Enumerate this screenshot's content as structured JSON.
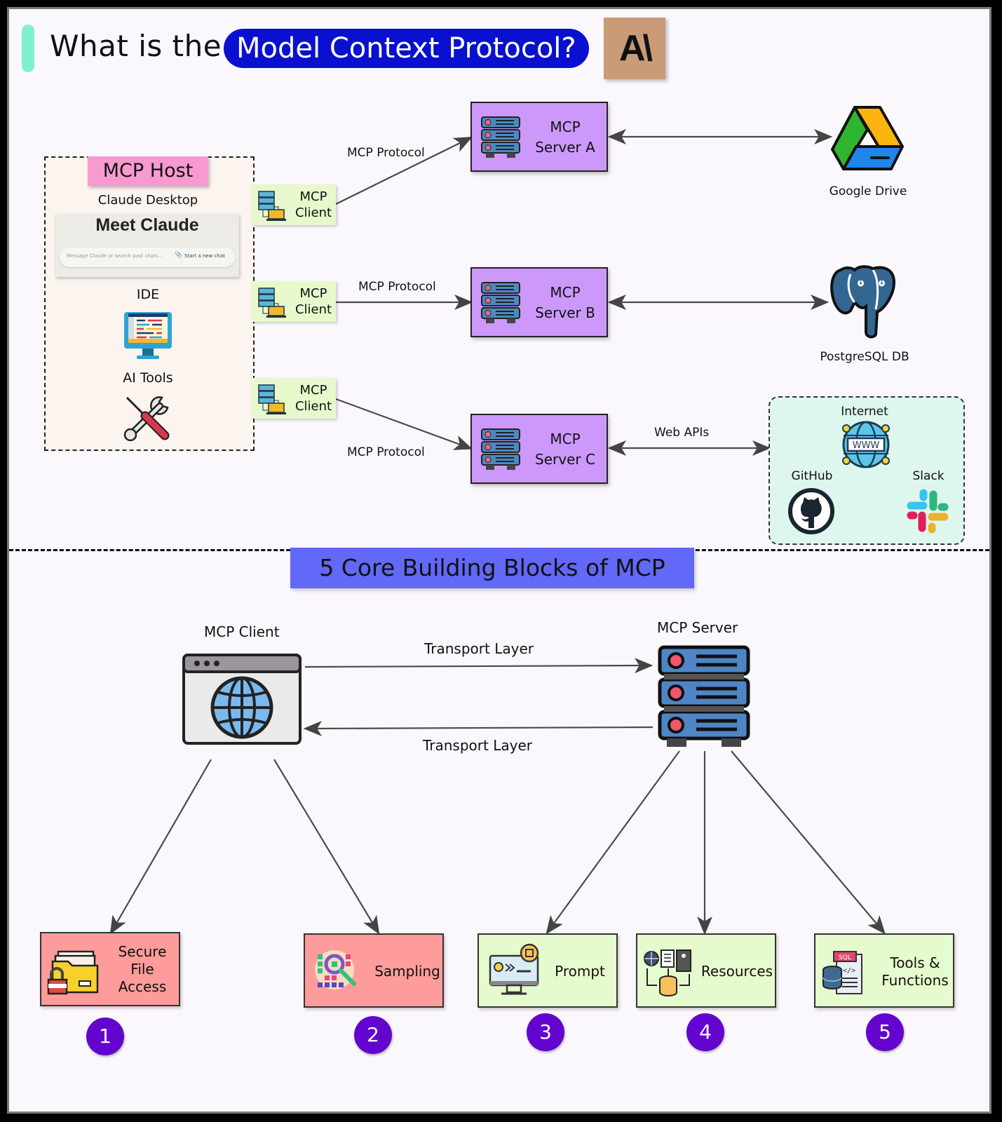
{
  "title": {
    "prefix": "What is the",
    "highlight": "Model Context Protocol?",
    "logo_text": "A\\",
    "logo_name": "anthropic-logo"
  },
  "colors": {
    "title_pill": "#0a10cf",
    "accent_bar": "#7ef0cf",
    "host_label": "#f79ad0",
    "client_box": "#e7f9cc",
    "server_box": "#cc99fb",
    "blocks_title": "#6268f8",
    "client_blocks": "#fd9c9b",
    "server_blocks": "#e6fbcd",
    "number_badge": "#6405cf"
  },
  "host": {
    "label": "MCP Host",
    "apps": [
      {
        "label": "Claude Desktop",
        "card_title": "Meet Claude",
        "input_placeholder": "Message Claude or search past chats...",
        "button": "Start a new chat"
      },
      {
        "label": "IDE",
        "icon": "ide-monitor-icon"
      },
      {
        "label": "AI Tools",
        "icon": "tools-icon"
      }
    ]
  },
  "clients": [
    {
      "label_line1": "MCP",
      "label_line2": "Client"
    },
    {
      "label_line1": "MCP",
      "label_line2": "Client"
    },
    {
      "label_line1": "MCP",
      "label_line2": "Client"
    }
  ],
  "connections": [
    {
      "label": "MCP Protocol"
    },
    {
      "label": "MCP Protocol"
    },
    {
      "label": "MCP Protocol"
    }
  ],
  "servers": [
    {
      "label_line1": "MCP",
      "label_line2": "Server A",
      "target": "Google Drive",
      "link_label": ""
    },
    {
      "label_line1": "MCP",
      "label_line2": "Server B",
      "target": "PostgreSQL DB",
      "link_label": ""
    },
    {
      "label_line1": "MCP",
      "label_line2": "Server C",
      "target": "",
      "link_label": "Web APIs"
    }
  ],
  "web_services": {
    "internet": "Internet",
    "github": "GitHub",
    "slack": "Slack",
    "www": "WWW"
  },
  "blocks_section": {
    "title": "5 Core Building Blocks of MCP",
    "client_label": "MCP Client",
    "server_label": "MCP Server",
    "transport_top": "Transport Layer",
    "transport_bottom": "Transport Layer",
    "blocks": [
      {
        "number": "1",
        "lines": [
          "Secure",
          "File",
          "Access"
        ],
        "side": "client",
        "icon": "secure-folder-icon"
      },
      {
        "number": "2",
        "lines": [
          "Sampling"
        ],
        "side": "client",
        "icon": "sampling-icon"
      },
      {
        "number": "3",
        "lines": [
          "Prompt"
        ],
        "side": "server",
        "icon": "prompt-icon"
      },
      {
        "number": "4",
        "lines": [
          "Resources"
        ],
        "side": "server",
        "icon": "resources-icon"
      },
      {
        "number": "5",
        "lines": [
          "Tools &",
          "Functions"
        ],
        "side": "server",
        "icon": "tools-functions-icon"
      }
    ]
  }
}
